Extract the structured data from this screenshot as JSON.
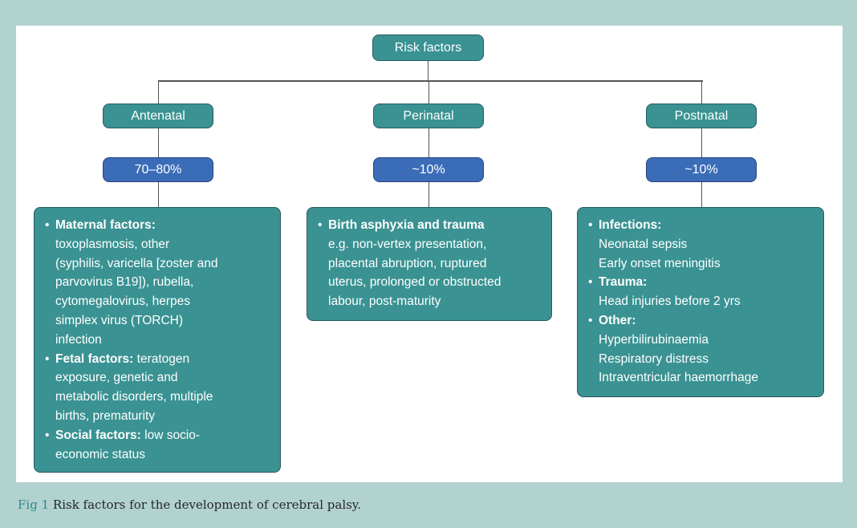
{
  "colors": {
    "page_background": "#b2d2d0",
    "panel_background": "#ffffff",
    "teal_box": "#3a9292",
    "teal_border": "#2a5a64",
    "blue_box": "#3b6cb8",
    "blue_border": "#27457e",
    "connector_line": "#555555",
    "caption_accent": "#2f8a8a"
  },
  "diagram": {
    "root_label": "Risk factors",
    "branches": [
      {
        "label": "Antenatal",
        "percent": "70–80%",
        "items": [
          {
            "lead": "Maternal factors:",
            "text": "toxoplasmosis, other\n(syphilis, varicella [zoster and\nparvovirus B19]), rubella,\ncytomegalovirus, herpes\nsimplex virus (TORCH)\ninfection"
          },
          {
            "lead": "Fetal factors:",
            "text": "teratogen\nexposure, genetic and\nmetabolic disorders, multiple\nbirths, prematurity"
          },
          {
            "lead": "Social factors:",
            "text": "low socio-\neconomic status"
          }
        ]
      },
      {
        "label": "Perinatal",
        "percent": "~10%",
        "items": [
          {
            "lead": "Birth asphyxia and trauma",
            "text": "e.g. non-vertex presentation,\nplacental abruption, ruptured\nuterus, prolonged or obstructed\nlabour, post-maturity"
          }
        ]
      },
      {
        "label": "Postnatal",
        "percent": "~10%",
        "items": [
          {
            "lead": "Infections:",
            "text": "Neonatal sepsis\nEarly onset meningitis"
          },
          {
            "lead": "Trauma:",
            "text": "Head injuries before 2 yrs"
          },
          {
            "lead": "Other:",
            "text": "Hyperbilirubinaemia\nRespiratory distress\nIntraventricular haemorrhage"
          }
        ]
      }
    ]
  },
  "caption": {
    "label": "Fig 1",
    "text": "Risk factors for the development of cerebral palsy."
  }
}
